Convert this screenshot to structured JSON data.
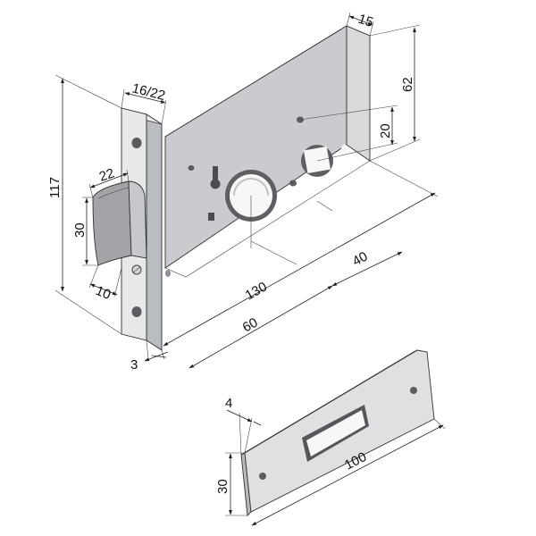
{
  "dimensions": {
    "faceplate_width": "16/22",
    "case_depth": "15",
    "case_height": "62",
    "faceplate_height": "117",
    "latch_projection": "22",
    "latch_height": "30",
    "latch_offset": "10",
    "spindle_offset": "20",
    "lock_length": "130",
    "hub_to_spindle": "40",
    "backset": "60",
    "faceplate_thickness": "3",
    "strike_thickness": "4",
    "strike_height": "30",
    "strike_length": "100"
  },
  "colors": {
    "case_front": "#c9cbce",
    "case_top": "#eeeeef",
    "case_right": "#d8d9db",
    "faceplate_front": "#e7e8ea",
    "faceplate_side": "#b9bcc0",
    "latch_front": "#a2a4a8",
    "latch_side": "#c6c8cb",
    "strike_face": "#dfe0e2",
    "strike_edge": "#b7babe",
    "line": "#222222"
  }
}
